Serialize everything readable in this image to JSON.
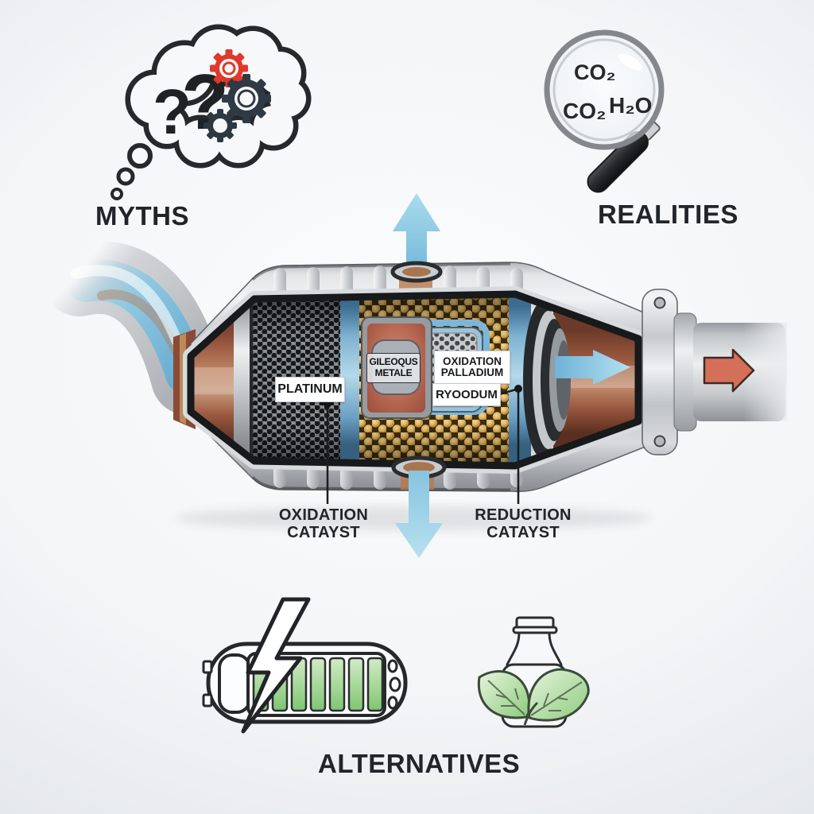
{
  "myths": {
    "label": "MYTHS",
    "q1": "?",
    "q2": "?"
  },
  "realities": {
    "label": "REALITIES",
    "mol_top": "CO₂",
    "mol_left": "CO₂",
    "mol_right": "H₂O"
  },
  "alternatives": {
    "label": "ALTERNATIVES"
  },
  "converter": {
    "platinum_label": "PLATINUM",
    "chip_label_line1": "GILEOQUS",
    "chip_label_line2": "METALE",
    "palladium_label_line1": "OXIDATION",
    "palladium_label_line2": "PALLADIUM",
    "rhodium_label": "RYOODUM",
    "oxidation_catalyst_line1": "OXIDATION",
    "oxidation_catalyst_line2": "CATAYST",
    "reduction_catalyst_line1": "REDUCTION",
    "reduction_catalyst_line2": "CATAYST"
  },
  "colors": {
    "flow_blue": "#7fc0de",
    "exhaust_red": "#d4705a",
    "copper": "#a05a41",
    "gold_substrate": "#c69a47",
    "battery_green": "#7cc46e",
    "gear_red": "#e0382a",
    "label_ink": "#222528"
  }
}
